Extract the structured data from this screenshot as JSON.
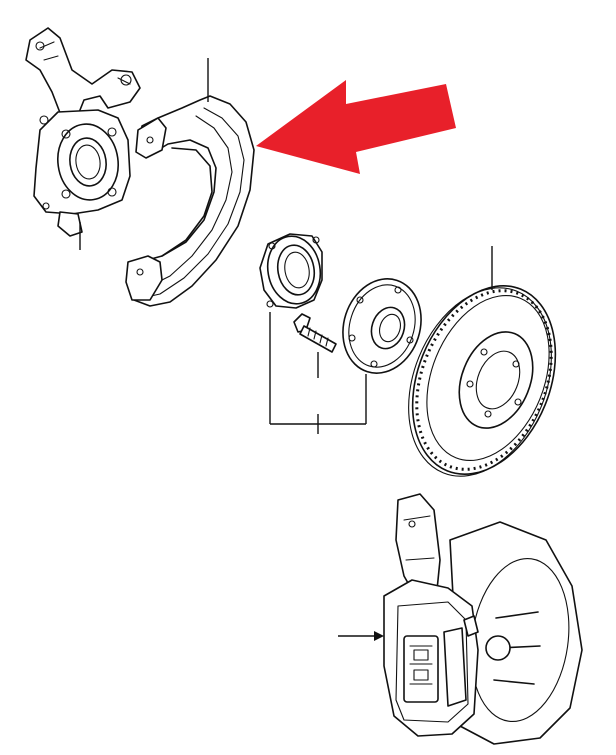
{
  "diagram": {
    "style": "exploded-parts-view",
    "background": "#ffffff",
    "line_color": "#111111",
    "highlight_color": "#e8202a",
    "parts": [
      {
        "id": "steering-knuckle",
        "icon": "steering-knuckle-icon"
      },
      {
        "id": "brake-dust-shield",
        "icon": "dust-shield-icon",
        "highlighted": true
      },
      {
        "id": "wheel-bearing",
        "icon": "wheel-bearing-icon"
      },
      {
        "id": "hub-bolt",
        "icon": "hub-bolt-icon"
      },
      {
        "id": "wheel-hub",
        "icon": "wheel-hub-icon"
      },
      {
        "id": "brake-rotor",
        "icon": "brake-rotor-icon"
      },
      {
        "id": "brake-caliper-assembly",
        "icon": "brake-caliper-icon"
      }
    ],
    "pointer": {
      "icon": "red-arrow-icon",
      "target": "brake-dust-shield"
    }
  }
}
